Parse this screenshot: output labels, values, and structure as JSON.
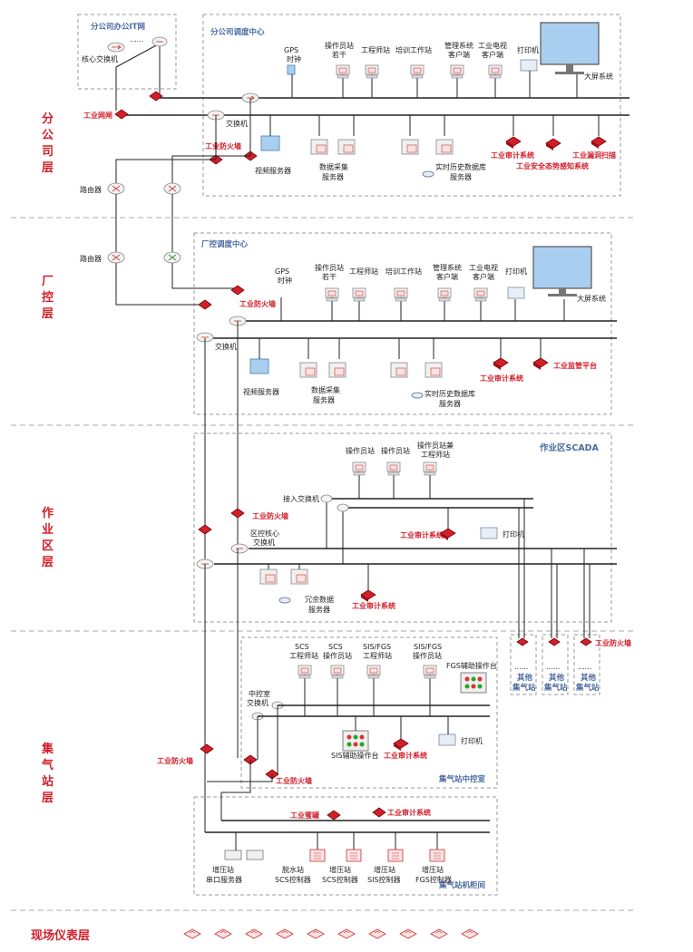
{
  "layers": {
    "branch": "分公司层",
    "plant": "厂控层",
    "work": "作业区层",
    "station": "集气站层",
    "field": "现场仪表层"
  },
  "branch": {
    "it_zone": "分公司办公IT网",
    "it_dots": "......",
    "core_switch": "核心交换机",
    "gateway": "工业网闸",
    "dispatch_center": "分公司调度中心",
    "gps": [
      "GPS",
      "时钟"
    ],
    "op_station": [
      "操作员站",
      "若干"
    ],
    "eng_station": "工程师站",
    "training": "培训工作站",
    "mgmt_client": [
      "管理系统",
      "客户端"
    ],
    "tv_client": [
      "工业电视",
      "客户端"
    ],
    "printer": "打印机",
    "big_screen": "大屏系统",
    "switch": "交换机",
    "firewall": "工业防火墙",
    "video_server": "视频服务器",
    "data_acq": [
      "数据采集",
      "服务器"
    ],
    "realtime_db": [
      "实时历史数据库",
      "服务器"
    ],
    "audit": "工业审计系统",
    "situation": "工业安全态势感知系统",
    "vuln_scan": "工业漏洞扫描",
    "router": "路由器"
  },
  "plant": {
    "router": "路由器",
    "dispatch_center": "厂控调度中心",
    "gps": [
      "GPS",
      "时钟"
    ],
    "op_station": [
      "操作员站",
      "若干"
    ],
    "eng_station": "工程师站",
    "training": "培训工作站",
    "mgmt_client": [
      "管理系统",
      "客户端"
    ],
    "tv_client": [
      "工业电视",
      "客户端"
    ],
    "printer": "打印机",
    "big_screen": "大屏系统",
    "firewall": "工业防火墙",
    "switch": "交换机",
    "video_server": "视频服务器",
    "data_acq": [
      "数据采集",
      "服务器"
    ],
    "realtime_db": [
      "实时历史数据库",
      "服务器"
    ],
    "audit": "工业审计系统",
    "supervision": "工业监管平台"
  },
  "work": {
    "zone": "作业区SCADA",
    "op1": "操作员站",
    "op2": "操作员站",
    "op_eng": [
      "操作员站兼",
      "工程师站"
    ],
    "access_switch": "接入交换机",
    "firewall": "工业防火墙",
    "core_switch": [
      "区控核心",
      "交换机"
    ],
    "audit1": "工业审计系统",
    "printer": "打印机",
    "redundant": [
      "冗余数据",
      "服务器"
    ],
    "audit2": "工业审计系统"
  },
  "station": {
    "scs_eng": [
      "SCS",
      "工程师站"
    ],
    "scs_op": [
      "SCS",
      "操作员站"
    ],
    "sis_eng": [
      "SIS/FGS",
      "工程师站"
    ],
    "sis_op": [
      "SIS/FGS",
      "操作员站"
    ],
    "fgs_panel": "FGS辅助操作台",
    "central_switch": [
      "中控室",
      "交换机"
    ],
    "sis_panel": "SIS辅助操作台",
    "audit": "工业审计系统",
    "printer": "打印机",
    "zone_ctrl": "集气站中控室",
    "firewall_left": "工业防火墙",
    "firewall_mid": "工业防火墙",
    "firewall_right": "工业防火墙",
    "other_station": [
      "其他",
      "集气站"
    ],
    "other_dots": "......",
    "honeypot": "工业蜜罐",
    "audit2": "工业审计系统",
    "serial_server": [
      "增压站",
      "串口服务器"
    ],
    "dehyd": [
      "脱水站",
      "SCS控制器"
    ],
    "boost_scs": [
      "增压站",
      "SCS控制器"
    ],
    "boost_sis": [
      "增压站",
      "SIS控制器"
    ],
    "boost_fgs": [
      "增压站",
      "FGS控制器"
    ],
    "zone_cabinet": "集气站机柜间"
  },
  "colors": {
    "accent": "#d0202a",
    "zone_title": "#4a6aa0",
    "line": "#222222",
    "monitor": "#a9cff0"
  }
}
